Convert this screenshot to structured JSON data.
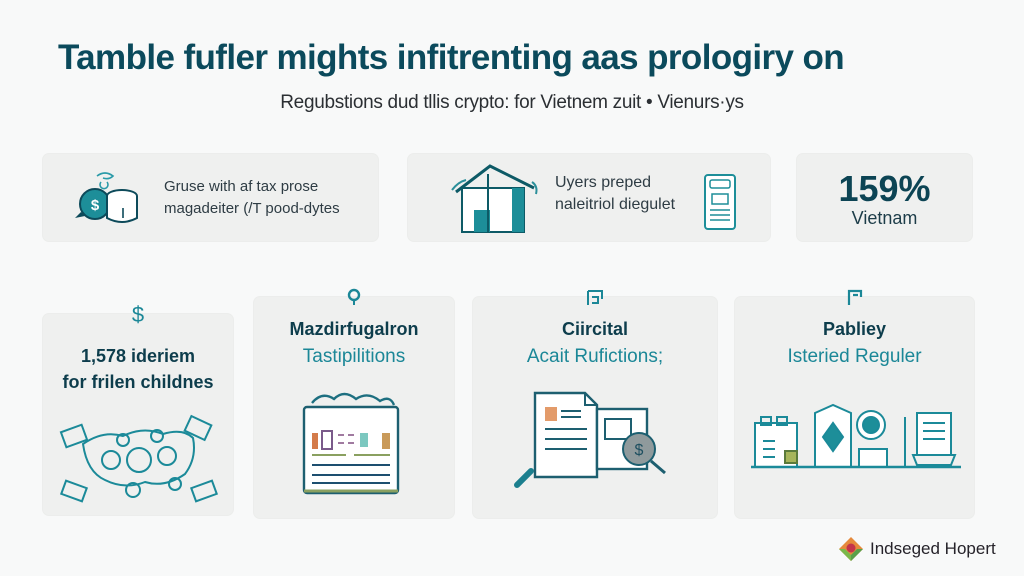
{
  "header": {
    "title": "Tamble fufler mights infitrenting aas prologiry on",
    "subtitle": "Regubstions dud tllis crypto: for Vietnem zuit • Vienurs·ys"
  },
  "top_cards": [
    {
      "icon": "money-bubble-jar-icon",
      "line1": "Gruse with af tax prose",
      "line2": "magadeiter (/T pood-dytes"
    },
    {
      "icon": "house-icon",
      "icon2": "phone-device-icon",
      "line1": "Uyers preped",
      "line2": "naleitriol diegulet"
    },
    {
      "value": "159%",
      "label": "Vietnam"
    }
  ],
  "bottom_cards": [
    {
      "top_icon": "dollar-sign-icon",
      "title": "1,578 ideriem",
      "subtitle": "for frilen childnes",
      "illustration": "network-nodes-icon"
    },
    {
      "top_icon": "bulb-pin-icon",
      "title": "Mazdirfugalron",
      "subtitle": "Tastipilitions",
      "illustration": "document-box-icon"
    },
    {
      "top_icon": "bracket-icon",
      "title": "Ciircital",
      "subtitle": "Acait Rufictions;",
      "illustration": "documents-magnifier-icon"
    },
    {
      "top_icon": "flag-bracket-icon",
      "title": "Pabliey",
      "subtitle": "Isteried Reguler",
      "illustration": "regulation-buildings-icon"
    }
  ],
  "footer": {
    "brand": "Indseged Hopert",
    "brand_icon": "diamond-logo-icon"
  },
  "colors": {
    "title": "#0b4a5c",
    "teal": "#1b8797",
    "card_bg": "#eff0ef",
    "page_bg": "#f8f9f9"
  }
}
